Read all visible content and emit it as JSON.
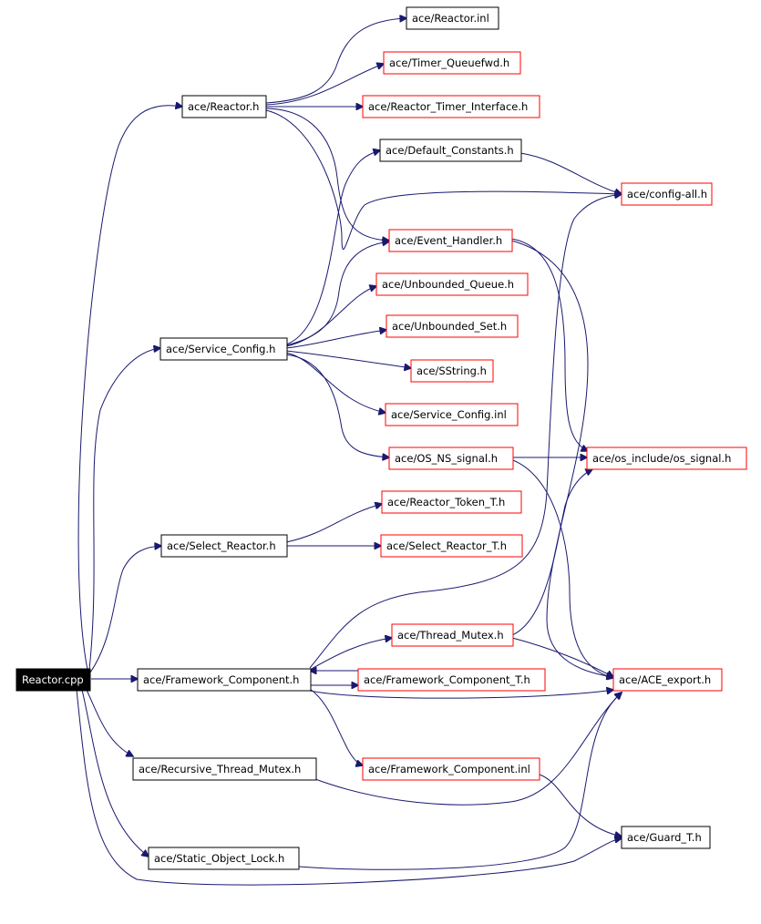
{
  "colors": {
    "edge": "#191970",
    "node_border_documented": "#000000",
    "node_border_undocumented": "#ff0000",
    "root_fill": "#000000",
    "root_text": "#ffffff"
  },
  "nodes": {
    "reactor_cpp": "Reactor.cpp",
    "reactor_h": "ace/Reactor.h",
    "reactor_inl": "ace/Reactor.inl",
    "timer_queuefwd_h": "ace/Timer_Queuefwd.h",
    "reactor_timer_interface_h": "ace/Reactor_Timer_Interface.h",
    "default_constants_h": "ace/Default_Constants.h",
    "config_all_h": "ace/config-all.h",
    "event_handler_h": "ace/Event_Handler.h",
    "unbounded_queue_h": "ace/Unbounded_Queue.h",
    "service_config_h": "ace/Service_Config.h",
    "unbounded_set_h": "ace/Unbounded_Set.h",
    "sstring_h": "ace/SString.h",
    "service_config_inl": "ace/Service_Config.inl",
    "os_ns_signal_h": "ace/OS_NS_signal.h",
    "os_signal_h": "ace/os_include/os_signal.h",
    "reactor_token_t_h": "ace/Reactor_Token_T.h",
    "select_reactor_h": "ace/Select_Reactor.h",
    "select_reactor_t_h": "ace/Select_Reactor_T.h",
    "thread_mutex_h": "ace/Thread_Mutex.h",
    "framework_component_h": "ace/Framework_Component.h",
    "framework_component_t_h": "ace/Framework_Component_T.h",
    "ace_export_h": "ace/ACE_export.h",
    "recursive_thread_mutex_h": "ace/Recursive_Thread_Mutex.h",
    "framework_component_inl": "ace/Framework_Component.inl",
    "guard_t_h": "ace/Guard_T.h",
    "static_object_lock_h": "ace/Static_Object_Lock.h"
  }
}
